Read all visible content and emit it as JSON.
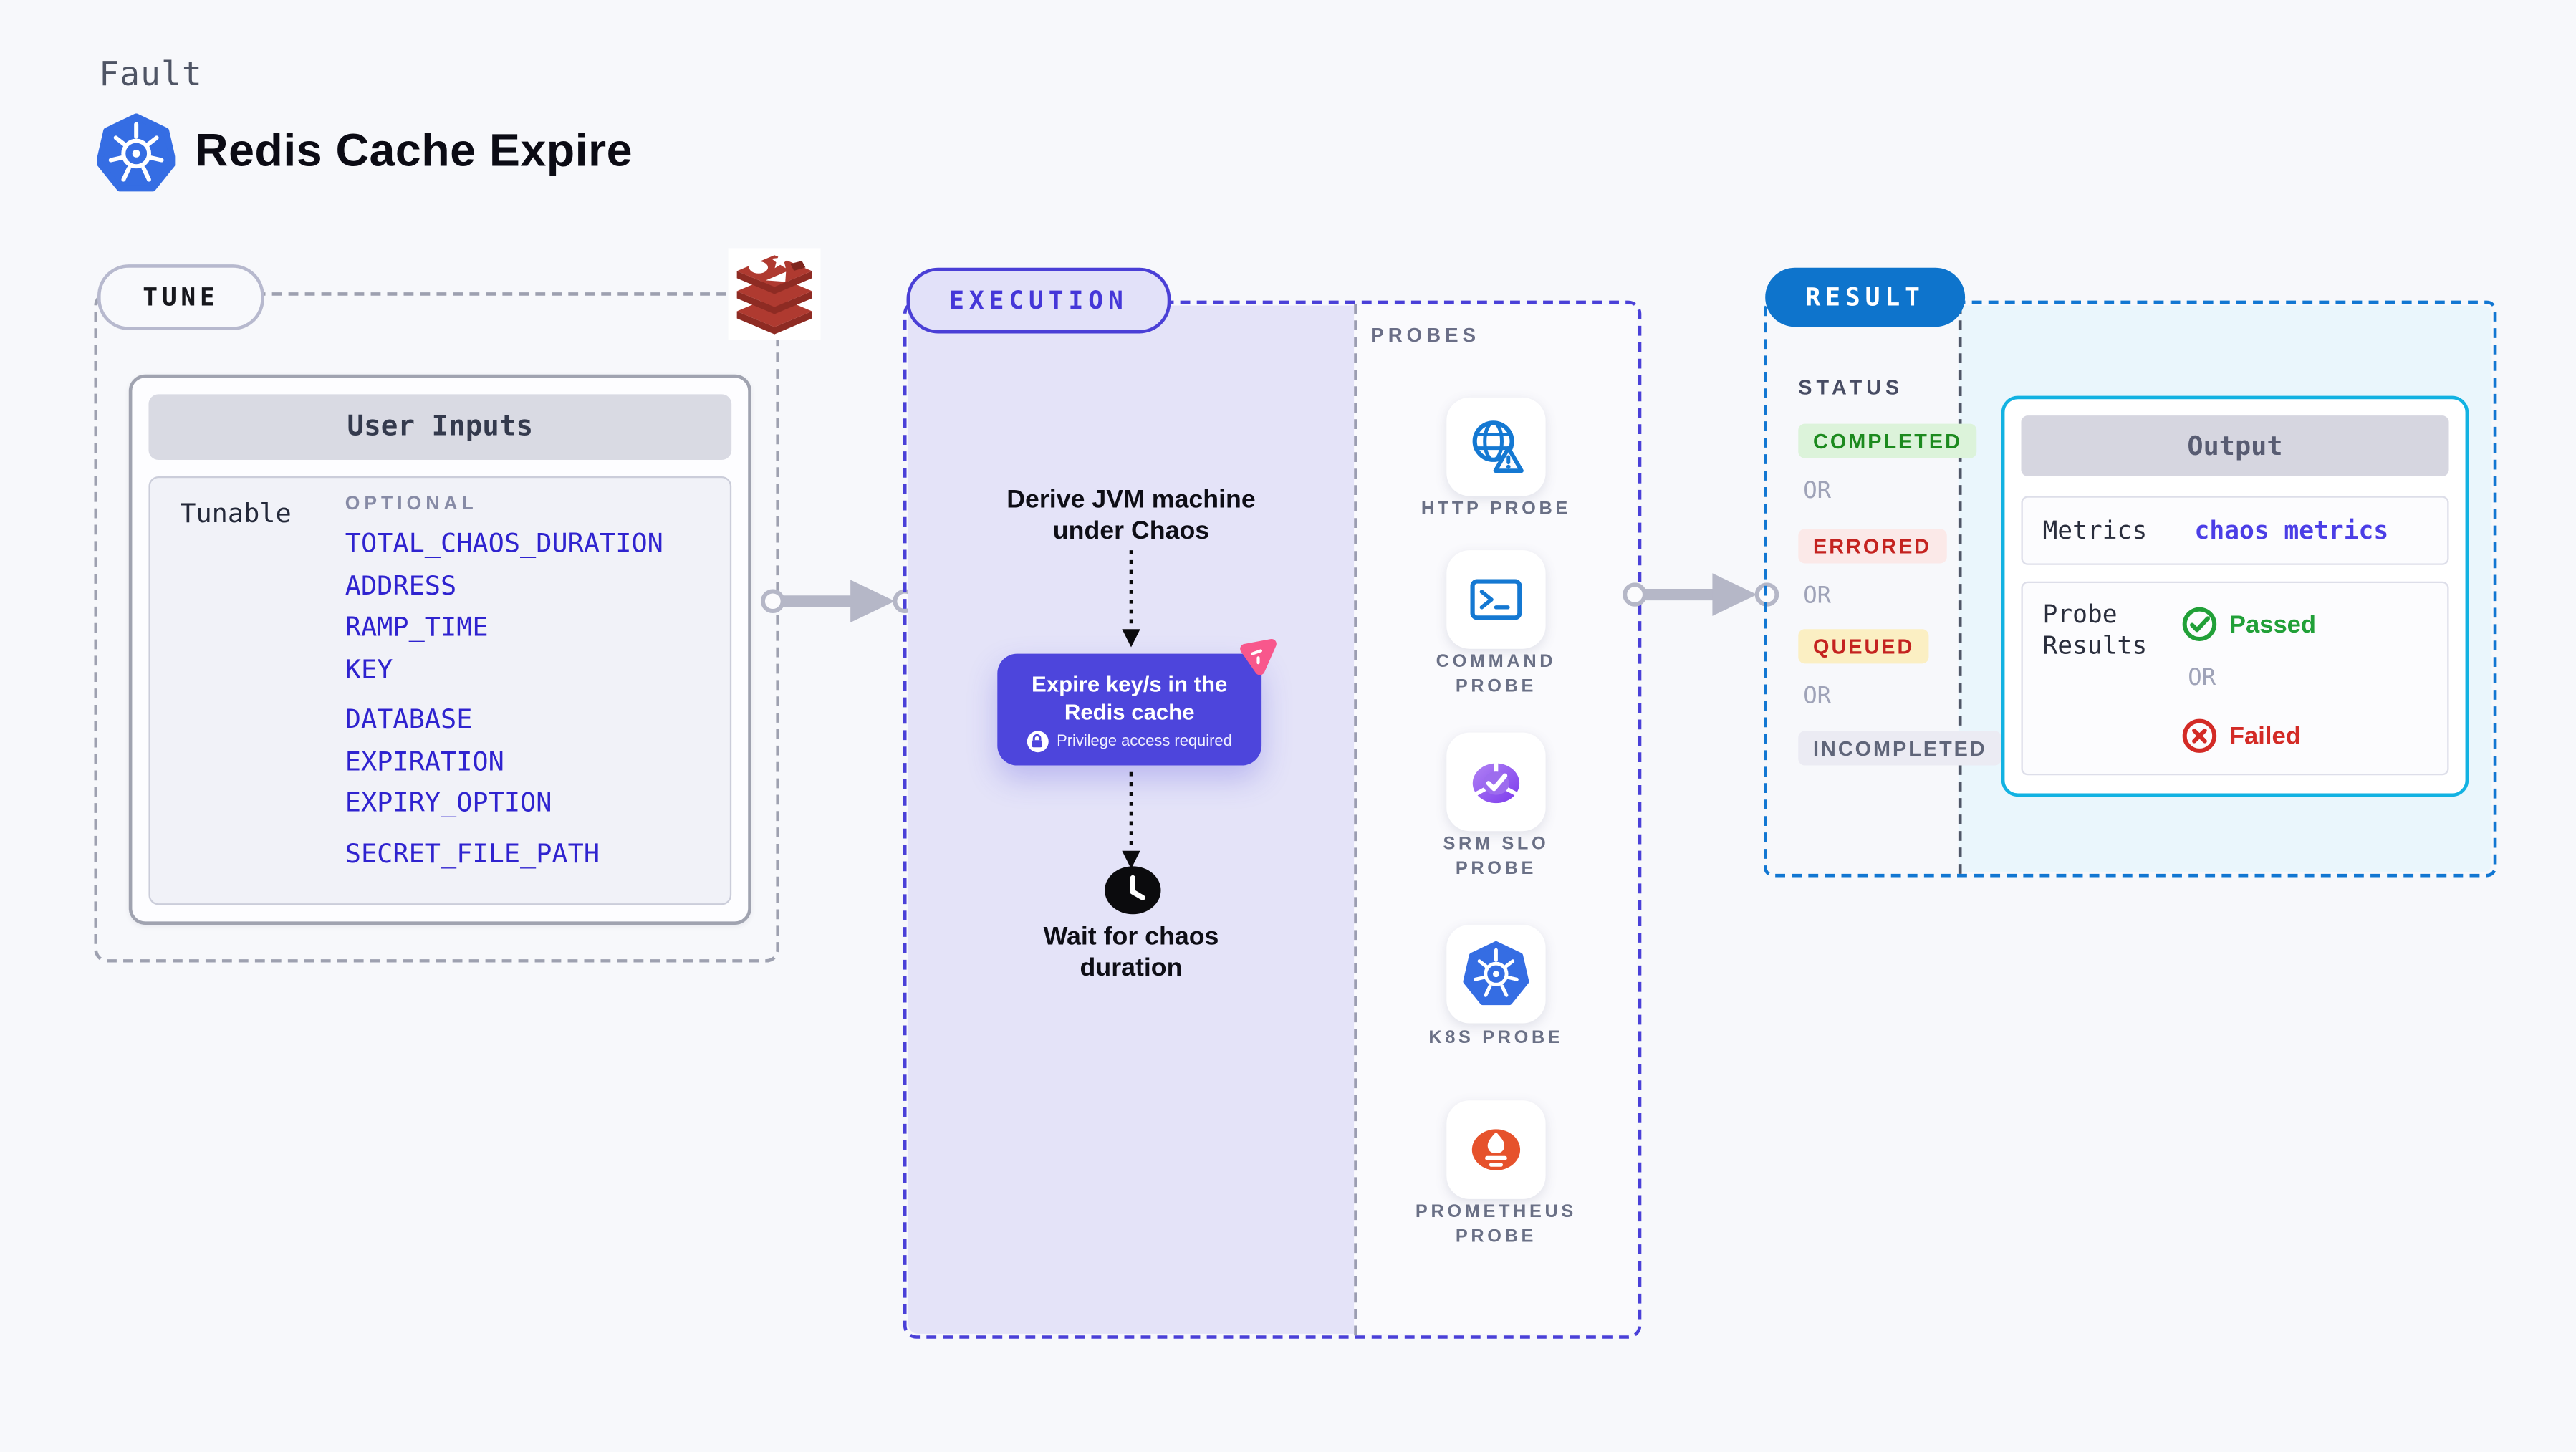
{
  "colors": {
    "page_bg": "#F7F8FB",
    "accent_indigo": "#4A40D8",
    "execution_fill": "#E4E3F8",
    "action_purple": "#4D45DC",
    "link_blue": "#2F23CF",
    "result_blue": "#0E74CC",
    "result_fill": "#EAF6FC",
    "output_cyan": "#12B2E2",
    "success_green": "#21A038",
    "error_red": "#C42320",
    "queued_bg": "#FBEFC3",
    "probe_icon_blue": "#1478D2",
    "kubernetes_blue": "#356DE3",
    "redis_red": "#AF3A30",
    "prometheus_orange": "#E6522C",
    "litmus_pink": "#F8578C",
    "arrow_gray": "#B5B7C7"
  },
  "header": {
    "kicker": "Fault",
    "title": "Redis Cache Expire"
  },
  "tune": {
    "badge": "TUNE",
    "card": {
      "title": "User Inputs",
      "row_label": "Tunable",
      "column_label": "OPTIONAL",
      "input_groups": [
        [
          "TOTAL_CHAOS_DURATION",
          "ADDRESS",
          "RAMP_TIME",
          "KEY"
        ],
        [
          "DATABASE",
          "EXPIRATION",
          "EXPIRY_OPTION"
        ],
        [
          "SECRET_FILE_PATH"
        ]
      ]
    }
  },
  "execution": {
    "badge": "EXECUTION",
    "derive_step": "Derive JVM machine\nunder Chaos",
    "action": {
      "title": "Expire key/s in the\nRedis cache",
      "note": "Privilege access required"
    },
    "wait_step": "Wait for chaos\nduration"
  },
  "probes": {
    "label": "PROBES",
    "items": [
      {
        "label": "HTTP PROBE",
        "icon": "globe-alert-icon"
      },
      {
        "label": "COMMAND\nPROBE",
        "icon": "terminal-icon"
      },
      {
        "label": "SRM SLO\nPROBE",
        "icon": "slo-donut-check-icon"
      },
      {
        "label": "K8S PROBE",
        "icon": "kubernetes-icon"
      },
      {
        "label": "PROMETHEUS\nPROBE",
        "icon": "prometheus-flame-icon"
      }
    ]
  },
  "result": {
    "badge": "RESULT",
    "status_label": "STATUS",
    "or_label": "OR",
    "statuses": [
      {
        "label": "COMPLETED",
        "tone": "success"
      },
      {
        "label": "ERRORED",
        "tone": "error"
      },
      {
        "label": "QUEUED",
        "tone": "warning"
      },
      {
        "label": "INCOMPLETED",
        "tone": "neutral"
      }
    ],
    "output": {
      "title": "Output",
      "metrics_label": "Metrics",
      "metrics_value": "chaos metrics",
      "probe_results_label": "Probe\nResults",
      "passed_label": "Passed",
      "or_label": "OR",
      "failed_label": "Failed"
    }
  }
}
